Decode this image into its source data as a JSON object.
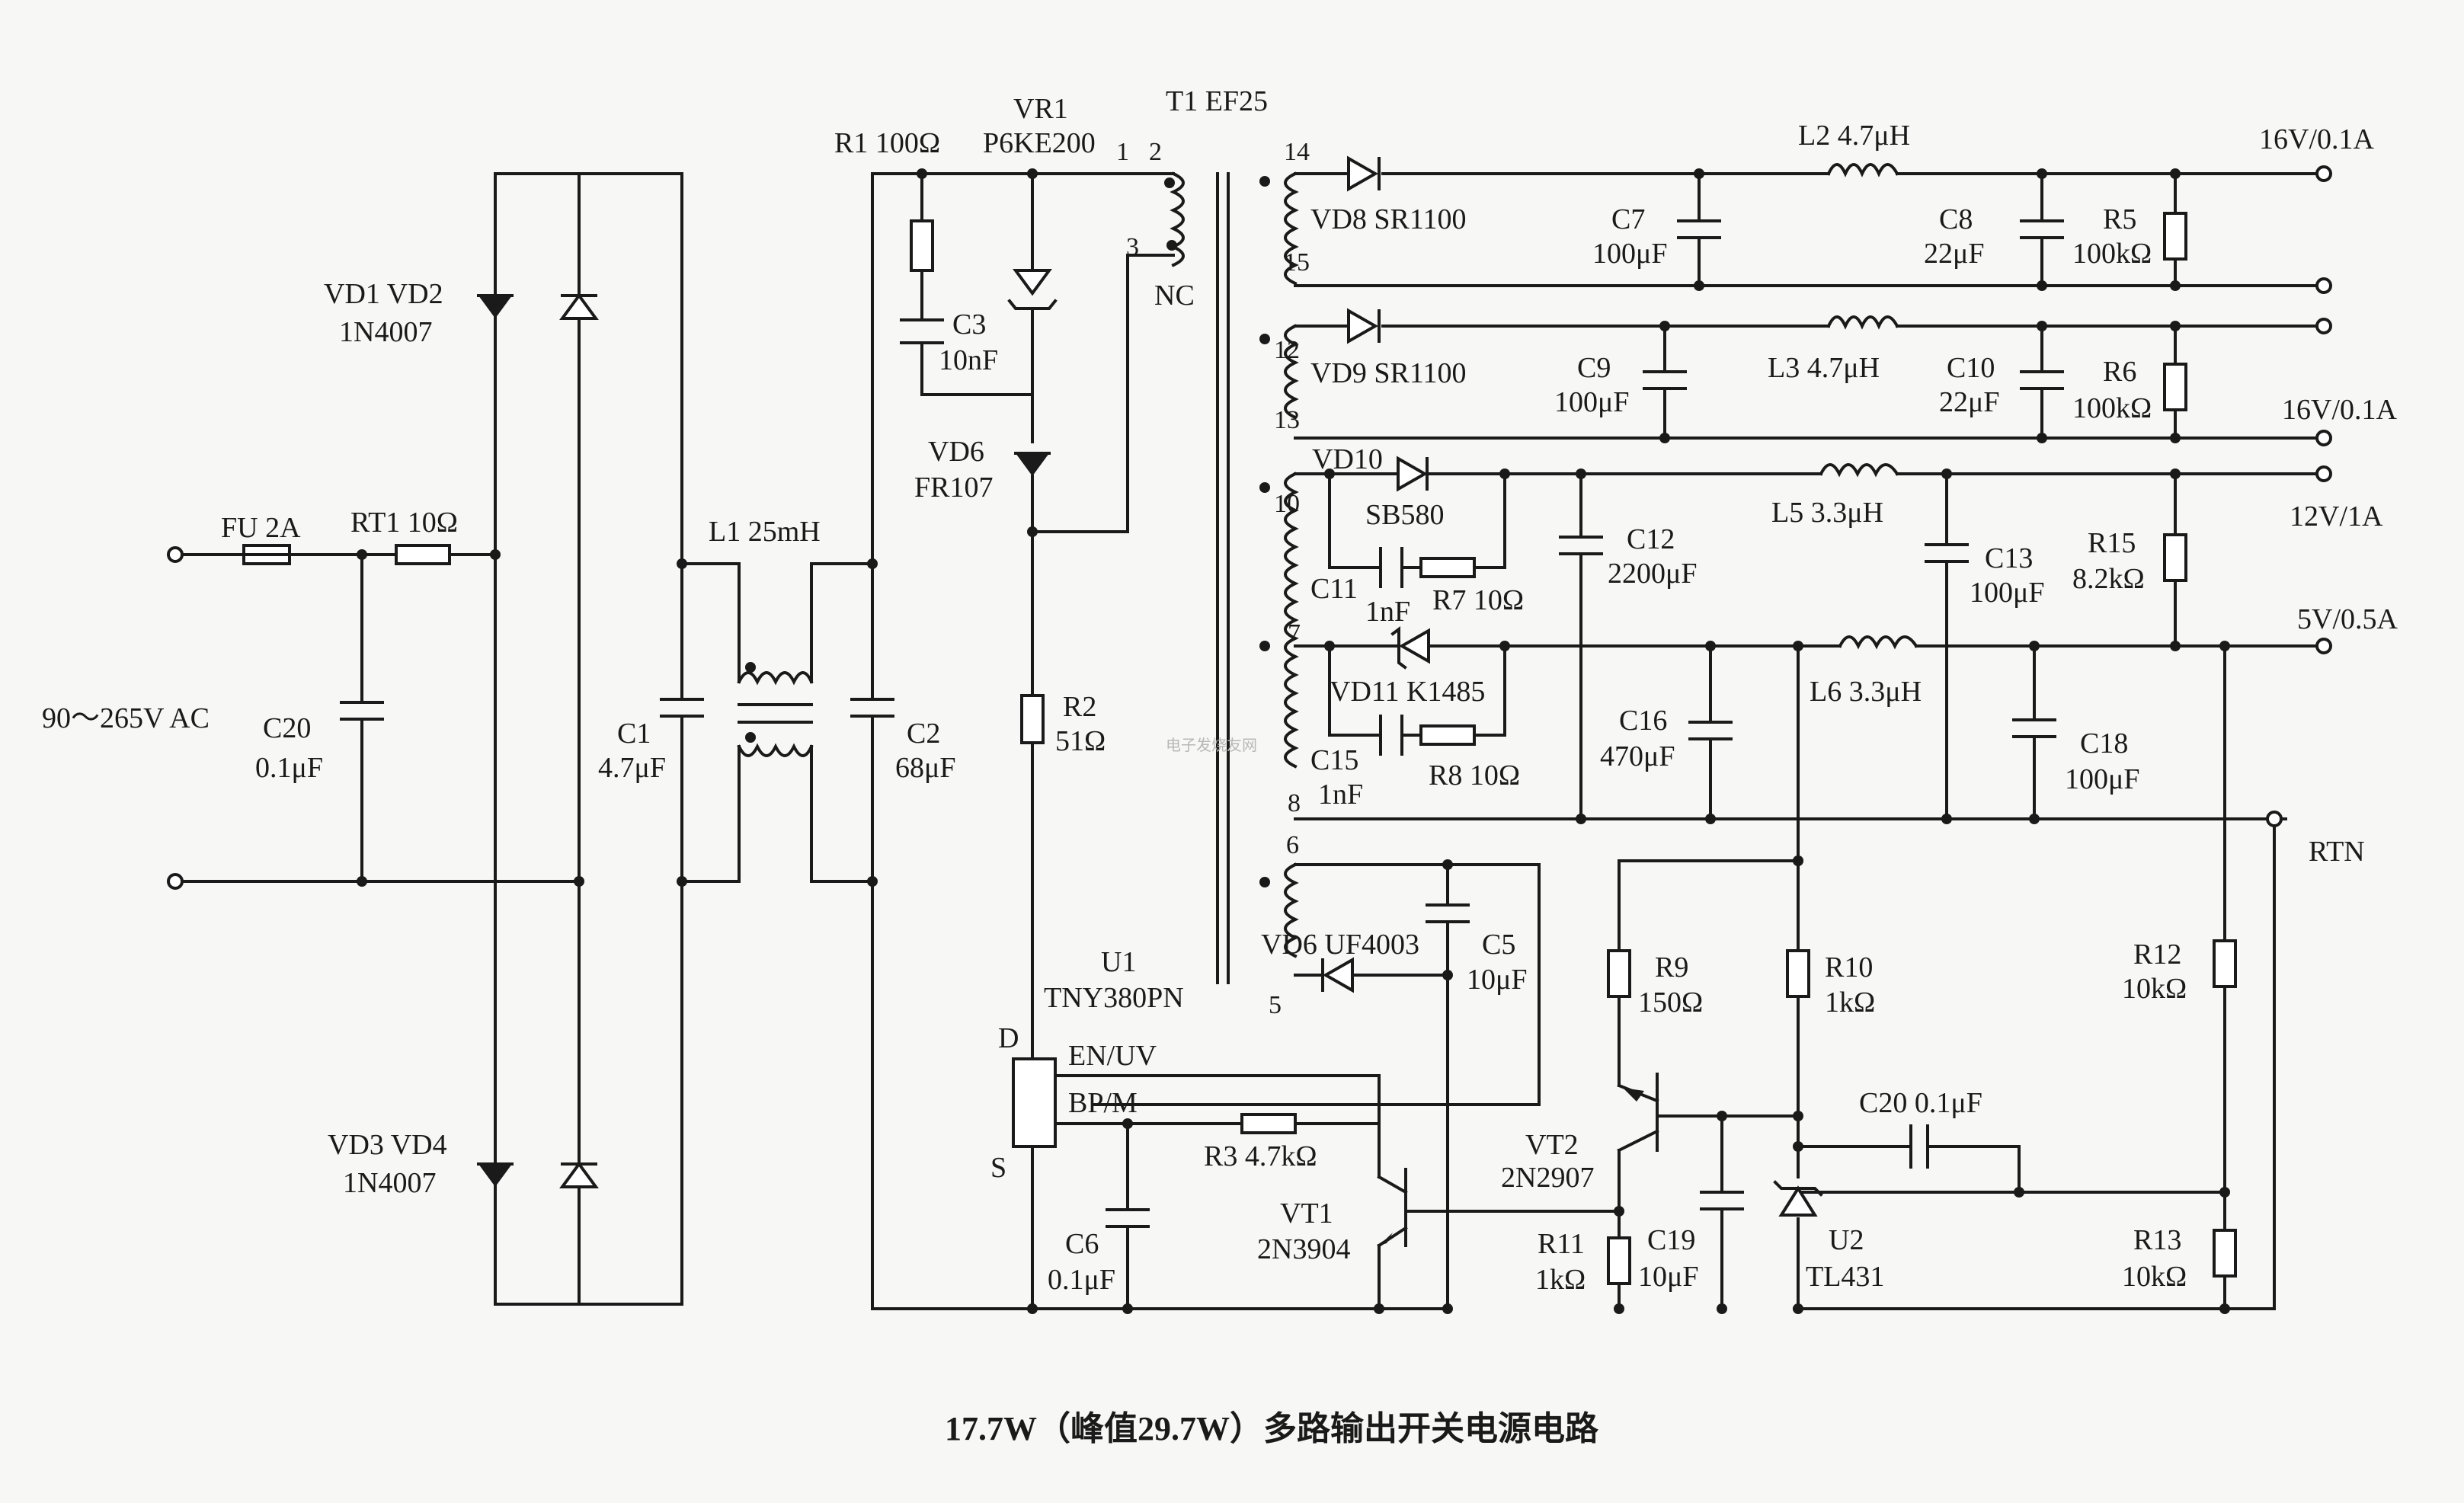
{
  "caption": "17.7W（峰值29.7W）多路输出开关电源电路",
  "watermark": "电子发烧友网",
  "input": {
    "ac": "90～265V AC"
  },
  "labels": {
    "fu": "FU  2A",
    "rt1": "RT1  10Ω",
    "c20_name": "C20",
    "c20_val": "0.1μF",
    "vd12_name": "VD1  VD2",
    "vd12_type": "1N4007",
    "vd34_name": "VD3  VD4",
    "vd34_type": "1N4007",
    "c1_name": "C1",
    "c1_val": "4.7μF",
    "l1": "L1  25mH",
    "c2_name": "C2",
    "c2_val": "68μF",
    "r1": "R1  100Ω",
    "vr1_name": "VR1",
    "vr1_type": "P6KE200",
    "t1": "T1  EF25",
    "c3_name": "C3",
    "c3_val": "10nF",
    "vd6a_name": "VD6",
    "vd6a_type": "FR107",
    "r2_name": "R2",
    "r2_val": "51Ω",
    "u1_name": "U1",
    "u1_type": "TNY380PN",
    "pin_d": "D",
    "pin_s": "S",
    "pin_en": "EN/UV",
    "pin_bp": "BP/M",
    "r3": "R3  4.7kΩ",
    "c6_name": "C6",
    "c6_val": "0.1μF",
    "vt1_name": "VT1",
    "vt1_type": "2N3904",
    "vt2_name": "VT2",
    "vt2_type": "2N2907",
    "vd6b": "VD6  UF4003",
    "c5_name": "C5",
    "c5_val": "10μF",
    "vd8": "VD8  SR1100",
    "vd9": "VD9  SR1100",
    "vd10_name": "VD10",
    "vd10_type": "SB580",
    "vd11": "VD11  K1485",
    "c11_name": "C11",
    "c11_val": "1nF",
    "r7": "R7  10Ω",
    "c15_name": "C15",
    "c15_val": "1nF",
    "r8": "R8  10Ω",
    "c7_name": "C7",
    "c7_val": "100μF",
    "c9_name": "C9",
    "c9_val": "100μF",
    "c12_name": "C12",
    "c12_val": "2200μF",
    "c16_name": "C16",
    "c16_val": "470μF",
    "l2": "L2  4.7μH",
    "l3": "L3  4.7μH",
    "l5": "L5  3.3μH",
    "l6": "L6  3.3μH",
    "c8_name": "C8",
    "c8_val": "22μF",
    "c10_name": "C10",
    "c10_val": "22μF",
    "c13_name": "C13",
    "c13_val": "100μF",
    "c18_name": "C18",
    "c18_val": "100μF",
    "r5_name": "R5",
    "r5_val": "100kΩ",
    "r6_name": "R6",
    "r6_val": "100kΩ",
    "r15_name": "R15",
    "r15_val": "8.2kΩ",
    "r9_name": "R9",
    "r9_val": "150Ω",
    "r10_name": "R10",
    "r10_val": "1kΩ",
    "r11_name": "R11",
    "r11_val": "1kΩ",
    "c19_name": "C19",
    "c19_val": "10μF",
    "c20b": "C20  0.1μF",
    "u2_name": "U2",
    "u2_type": "TL431",
    "r12_name": "R12",
    "r12_val": "10kΩ",
    "r13_name": "R13",
    "r13_val": "10kΩ",
    "nc": "NC"
  },
  "pins": {
    "p1": "1",
    "p2": "2",
    "p3": "3",
    "p14": "14",
    "p15": "15",
    "p12": "12",
    "p13": "13",
    "p10": "10",
    "p7": "7",
    "p8": "8",
    "p6": "6",
    "p5": "5"
  },
  "outputs": {
    "o1": "16V/0.1A",
    "o2": "16V/0.1A",
    "o3": "12V/1A",
    "o4": "5V/0.5A",
    "rtn": "RTN"
  }
}
